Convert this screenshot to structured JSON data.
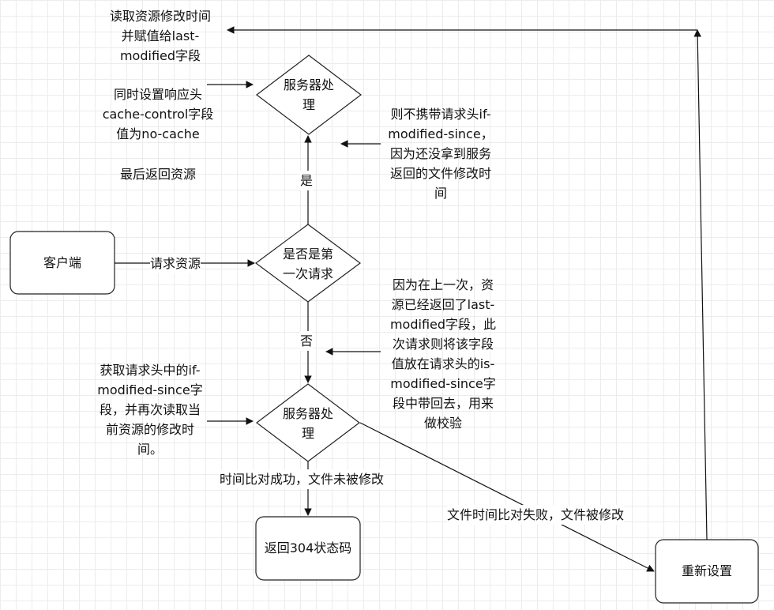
{
  "nodes": {
    "client": "客户端",
    "server_top": [
      "服务器处",
      "理"
    ],
    "first_request": [
      "是否是第",
      "一次请求"
    ],
    "server_bottom": [
      "服务器处",
      "理"
    ],
    "return_304": "返回304状态码",
    "reset": "重新设置"
  },
  "edges": {
    "request_resource": "请求资源",
    "yes": "是",
    "no": "否",
    "compare_success": "时间比对成功，文件未被修改",
    "compare_fail": "文件时间比对失败，文件被修改"
  },
  "notes": {
    "read_mtime": [
      "读取资源修改时间",
      "并赋值给last-",
      "modified字段"
    ],
    "set_header": [
      "同时设置响应头",
      "cache-control字段",
      "值为no-cache"
    ],
    "return_last": "最后返回资源",
    "no_if_modified": [
      "则不携带请求头if-",
      "modified-since，",
      "因为还没拿到服务",
      "返回的文件修改时",
      "间"
    ],
    "get_header": [
      "获取请求头中的if-",
      "modified-since字",
      "段，并再次读取当",
      "前资源的修改时",
      "间。"
    ],
    "second_request": [
      "因为在上一次，资",
      "源已经返回了last-",
      "modified字段，此",
      "次请求则将该字段",
      "值放在请求头的is-",
      "modified-since字",
      "段中带回去，用来",
      "做校验"
    ]
  }
}
